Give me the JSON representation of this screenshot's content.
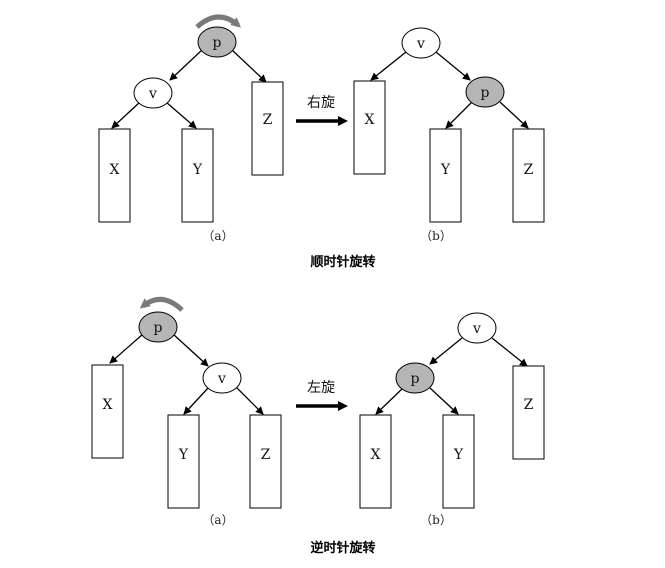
{
  "top": {
    "caption": "顺时针旋转",
    "arrow_label": "右旋",
    "sub_a": "（a）",
    "sub_b": "（b）",
    "left": {
      "p": "p",
      "v": "v",
      "X": "X",
      "Y": "Y",
      "Z": "Z"
    },
    "right": {
      "v": "v",
      "p": "p",
      "X": "X",
      "Y": "Y",
      "Z": "Z"
    }
  },
  "bottom": {
    "caption": "逆时针旋转",
    "arrow_label": "左旋",
    "sub_a": "（a）",
    "sub_b": "（b）",
    "left": {
      "p": "p",
      "v": "v",
      "X": "X",
      "Y": "Y",
      "Z": "Z"
    },
    "right": {
      "v": "v",
      "p": "p",
      "X": "X",
      "Y": "Y",
      "Z": "Z"
    }
  },
  "colors": {
    "pivot_fill": "#b5b5b5",
    "node_fill": "#ffffff",
    "rotate_arrow": "#7a7a7a",
    "stroke": "#000000"
  }
}
